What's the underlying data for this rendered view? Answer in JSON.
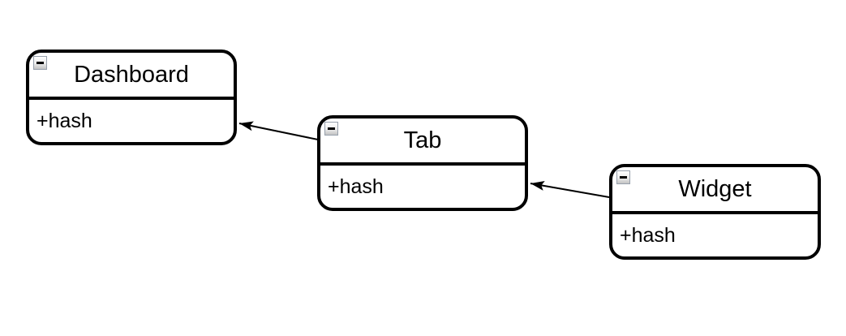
{
  "diagram": {
    "type": "uml-class-diagram",
    "colors": {
      "background": "#ffffff",
      "node_fill": "#ffffff",
      "node_stroke": "#000000",
      "text": "#000000",
      "edge": "#000000",
      "collapse_button_border": "#97a0ac",
      "collapse_button_fill_top": "#ffffff",
      "collapse_button_fill_bottom": "#c3c3c3"
    },
    "nodes": [
      {
        "id": "dashboard",
        "title": "Dashboard",
        "attribute": "+hash",
        "collapse_icon": "minus-icon",
        "collapsed": false
      },
      {
        "id": "tab",
        "title": "Tab",
        "attribute": "+hash",
        "collapse_icon": "minus-icon",
        "collapsed": false
      },
      {
        "id": "widget",
        "title": "Widget",
        "attribute": "+hash",
        "collapse_icon": "minus-icon",
        "collapsed": false
      }
    ],
    "edges": [
      {
        "from": "Tab",
        "to": "Dashboard",
        "style": "solid-line-filled-arrow"
      },
      {
        "from": "Widget",
        "to": "Tab",
        "style": "solid-line-filled-arrow"
      }
    ]
  }
}
